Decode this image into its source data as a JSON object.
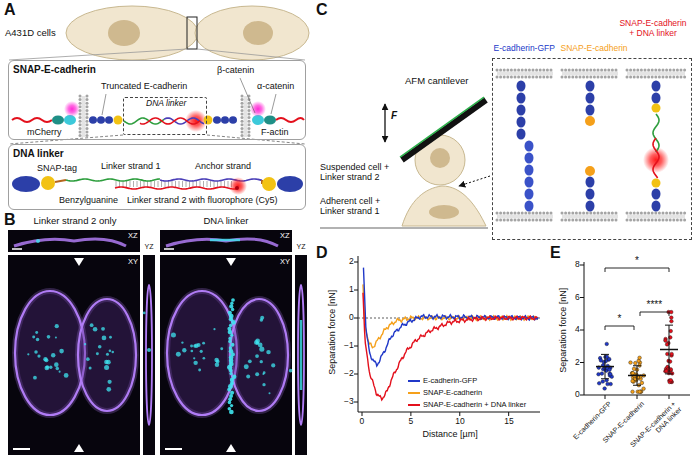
{
  "diagram": {
    "nodes": [
      {
        "text": [
          "SNAP-E-cadherin",
          "Truncated E-cadherin",
          "β-catenin",
          "α-catenin",
          "mCherry",
          "F-actin"
        ]
      },
      {
        "text": [
          "DNA linker"
        ],
        "in": 0
      },
      {
        "text": [
          "DNA linker",
          "SNAP-tag",
          "Benzylguanine",
          "Linker strand 1",
          "Anchor strand",
          "Linker strand 2 with fluorophore (Cy5)"
        ]
      },
      {
        "text": [
          "E-cadherin-GFP",
          "SNAP-E-cadherin",
          "SNAP-E-cadherin + DNA linker"
        ]
      }
    ],
    "edges": [
      {
        "from": 1,
        "to": 2,
        "arrow": "none"
      }
    ],
    "labels": [
      "A",
      "A431D cells",
      "B",
      "Linker strand 2 only",
      "DNA linker",
      "XZ",
      "XY",
      "YZ",
      "XZ",
      "XY",
      "YZ",
      "C",
      "AFM cantilever",
      "F",
      "Suspended cell + Linker strand 2",
      "Adherent cell + Linker strand 1",
      "D",
      "Separation force [nN]",
      "2",
      "1",
      "0",
      "−1",
      "−2",
      "−3",
      "0",
      "5",
      "10",
      "15",
      "Distance [µm]",
      "E",
      "Separation force [nN]",
      "0",
      "2",
      "4",
      "6",
      "8",
      "E-cadherin-GFP",
      "SNAP-E-cadherin",
      "SNAP-E-cadherin + DNA linker",
      "*",
      "*",
      "****"
    ],
    "legend": [
      {
        "text": "E-cadherin-GFP"
      },
      {
        "text": "SNAP-E-cadherin"
      },
      {
        "text": "SNAP-E-cadherin + DNA linker"
      }
    ]
  }
}
